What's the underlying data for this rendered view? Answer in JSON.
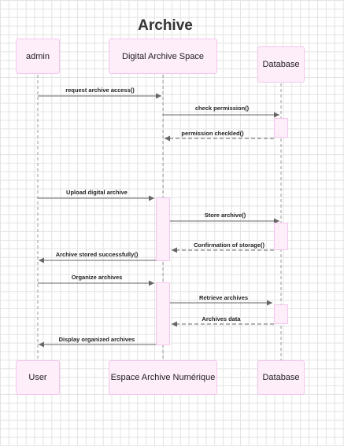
{
  "diagram": {
    "title": "Archive",
    "participants_top": [
      "admin",
      "Digital Archive Space",
      "Database"
    ],
    "participants_bottom": [
      "User",
      "Espace Archive Numérique",
      "Database"
    ],
    "messages": [
      {
        "label": "request archive access()",
        "from": 0,
        "to": 1,
        "kind": "sync"
      },
      {
        "label": "check permission()",
        "from": 1,
        "to": 2,
        "kind": "sync"
      },
      {
        "label": "permission checkled()",
        "from": 2,
        "to": 1,
        "kind": "reply"
      },
      {
        "label": "Upload digital archive",
        "from": 0,
        "to": 1,
        "kind": "sync"
      },
      {
        "label": "Store archive()",
        "from": 1,
        "to": 2,
        "kind": "sync"
      },
      {
        "label": "Confirmation of storage()",
        "from": 2,
        "to": 1,
        "kind": "reply"
      },
      {
        "label": "Archive stored successfully()",
        "from": 1,
        "to": 0,
        "kind": "sync"
      },
      {
        "label": "Organize archives",
        "from": 0,
        "to": 1,
        "kind": "sync"
      },
      {
        "label": "Retrieve archives",
        "from": 1,
        "to": 2,
        "kind": "sync"
      },
      {
        "label": "Archives data",
        "from": 2,
        "to": 1,
        "kind": "reply"
      },
      {
        "label": "Display organized archives",
        "from": 1,
        "to": 0,
        "kind": "sync"
      }
    ]
  }
}
